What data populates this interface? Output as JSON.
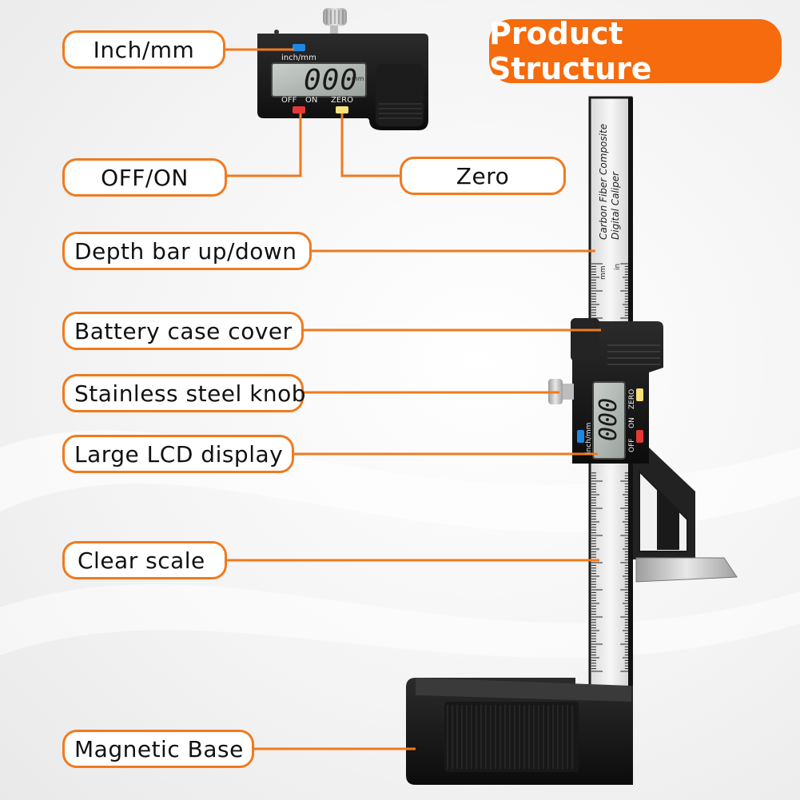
{
  "title": "Product Structure",
  "labels": {
    "inch_mm": "Inch/mm",
    "off_on": "OFF/ON",
    "zero": "Zero",
    "depth_bar": "Depth bar up/down",
    "battery_cover": "Battery case cover",
    "knob": "Stainless steel knob",
    "lcd": "Large LCD display",
    "scale": "Clear scale",
    "base": "Magnetic Base"
  },
  "device": {
    "button_inch_mm": "inch/mm",
    "button_off": "OFF",
    "button_on": "ON",
    "button_zero": "ZERO",
    "lcd_reading": "000",
    "lcd_unit": "mm",
    "ruler_brand_line1": "Carbon Fiber Composite",
    "ruler_brand_line2": "Digital Caliper",
    "unit_mm": "mm",
    "unit_in": "in"
  },
  "colors": {
    "accent": "#f07a1e",
    "title_bg": "#f56b0d",
    "inch_button": "#1e88e5",
    "off_button": "#e53935",
    "zero_button": "#f6e27a"
  }
}
